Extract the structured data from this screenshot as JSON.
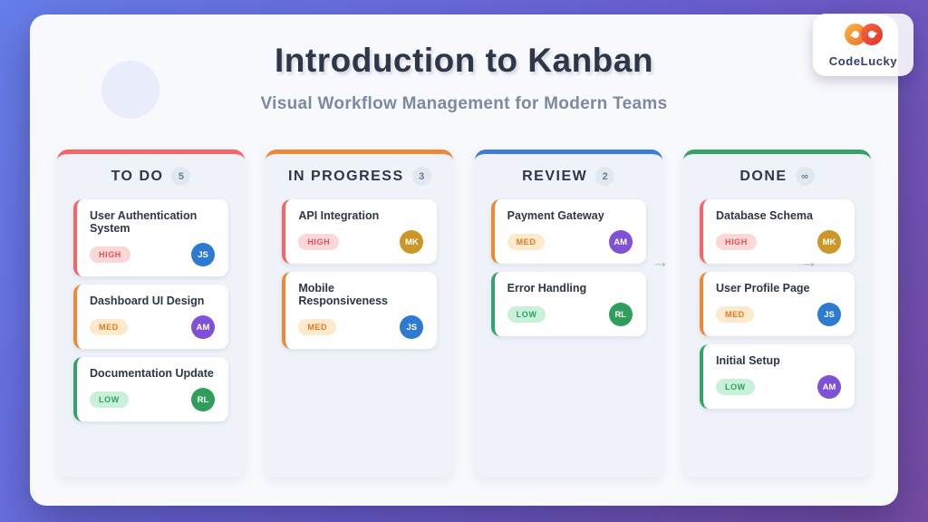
{
  "page": {
    "title": "Introduction to Kanban",
    "subtitle": "Visual Workflow Management for Modern Teams"
  },
  "logo": {
    "text": "CodeLucky"
  },
  "flow_arrow_glyph": "→",
  "board": {
    "columns": [
      {
        "name": "TO DO",
        "count": "5",
        "accent": "#f56565",
        "cards": [
          {
            "title": "User Authentication System",
            "priority": "HIGH",
            "assignee": "JS"
          },
          {
            "title": "Dashboard UI Design",
            "priority": "MED",
            "assignee": "AM"
          },
          {
            "title": "Documentation Update",
            "priority": "LOW",
            "assignee": "RL"
          }
        ]
      },
      {
        "name": "IN PROGRESS",
        "count": "3",
        "accent": "#ed8936",
        "cards": [
          {
            "title": "API Integration",
            "priority": "HIGH",
            "assignee": "MK"
          },
          {
            "title": "Mobile Responsiveness",
            "priority": "MED",
            "assignee": "JS"
          }
        ]
      },
      {
        "name": "REVIEW",
        "count": "2",
        "accent": "#3b7dd8",
        "cards": [
          {
            "title": "Payment Gateway",
            "priority": "MED",
            "assignee": "AM"
          },
          {
            "title": "Error Handling",
            "priority": "LOW",
            "assignee": "RL"
          }
        ]
      },
      {
        "name": "DONE",
        "count": "∞",
        "accent": "#38a169",
        "cards": [
          {
            "title": "Database Schema",
            "priority": "HIGH",
            "assignee": "MK"
          },
          {
            "title": "User Profile Page",
            "priority": "MED",
            "assignee": "JS"
          },
          {
            "title": "Initial Setup",
            "priority": "LOW",
            "assignee": "AM"
          }
        ]
      }
    ]
  },
  "priority_styles": {
    "HIGH": {
      "bg": "#fbd7d7",
      "fg": "#e05353",
      "border": "#f56565"
    },
    "MED": {
      "bg": "#fdeacc",
      "fg": "#dd7a26",
      "border": "#ed8936"
    },
    "LOW": {
      "bg": "#c9f0d8",
      "fg": "#2f9e63",
      "border": "#38a169"
    }
  },
  "avatar_colors": {
    "JS": "#2e7ad1",
    "AM": "#8050d6",
    "MK": "#cd9728",
    "RL": "#2f9e5b"
  },
  "theme": {
    "bg_gradient_start": "#667eea",
    "bg_gradient_end": "#764ba2",
    "title_color": "#2d3748",
    "subtitle_color": "#7b8aa0"
  }
}
